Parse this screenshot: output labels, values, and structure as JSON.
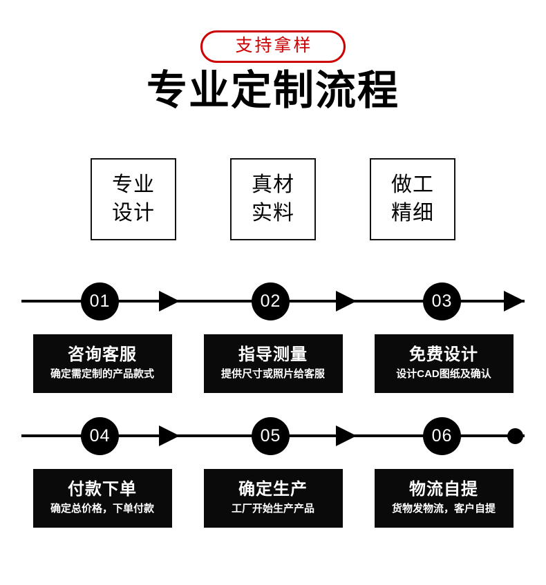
{
  "header": {
    "badge_label": "支持拿样",
    "badge_color": "#cc0000",
    "title": "专业定制流程"
  },
  "features": [
    {
      "line1": "专业",
      "line2": "设计"
    },
    {
      "line1": "真材",
      "line2": "实料"
    },
    {
      "line1": "做工",
      "line2": "精细"
    }
  ],
  "timeline": {
    "row1": {
      "numbers": [
        "01",
        "02",
        "03"
      ],
      "end_marker": "arrow"
    },
    "row2": {
      "numbers": [
        "04",
        "05",
        "06"
      ],
      "end_marker": "dot"
    }
  },
  "steps_row1": [
    {
      "number": "01",
      "title": "咨询客服",
      "subtitle": "确定需定制的产品款式"
    },
    {
      "number": "02",
      "title": "指导测量",
      "subtitle": "提供尺寸或照片给客服"
    },
    {
      "number": "03",
      "title": "免费设计",
      "subtitle": "设计CAD图纸及确认"
    }
  ],
  "steps_row2": [
    {
      "number": "04",
      "title": "付款下单",
      "subtitle": "确定总价格，下单付款"
    },
    {
      "number": "05",
      "title": "确定生产",
      "subtitle": "工厂开始生产产品"
    },
    {
      "number": "06",
      "title": "物流自提",
      "subtitle": "货物发物流，客户自提"
    }
  ],
  "colors": {
    "accent": "#cc0000",
    "card_bg": "#0a0a0a",
    "text": "#000000",
    "background": "#ffffff"
  }
}
